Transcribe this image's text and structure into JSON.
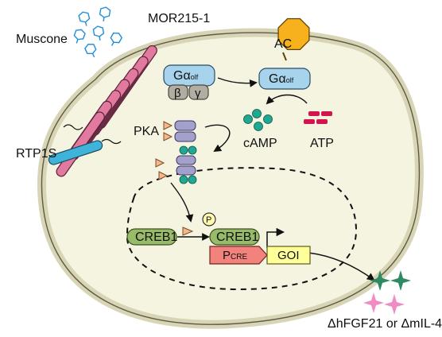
{
  "labels": {
    "muscone": "Muscone",
    "receptor": "MOR215-1",
    "rtp1s": "RTP1S",
    "ac": "AC",
    "galpha_prefix": "Gα",
    "galpha_sub": "olf",
    "beta": "β",
    "gamma": "γ",
    "pka": "PKA",
    "camp": "cAMP",
    "atp": "ATP",
    "phospho": "P",
    "creb1_inactive": "CREB1",
    "creb1_active": "CREB1",
    "promoter_prefix": "P",
    "promoter_sub": "CRE",
    "goi": "GOI",
    "output": "ΔhFGF21 or ΔmIL-4"
  },
  "colors": {
    "cytoplasm": "#f5f4e1",
    "membrane": "#d8d5b6",
    "receptor": "#e27aa0",
    "rtp1s": "#3fb3d9",
    "ac": "#f6b11d",
    "g_alpha": "#a7d4ec",
    "g_betagamma": "#b1ada2",
    "pka": "#a4a0cc",
    "pka_cap": "#f5b88c",
    "camp": "#1fa892",
    "atp": "#d2154e",
    "creb1": "#98bb6a",
    "promoter": "#f2827b",
    "goi": "#ffff99",
    "phospho": "#fff9b0",
    "sparkle_green": "#2e8a63",
    "sparkle_pink": "#f08cc3",
    "muscone": "#1f8fd9"
  }
}
